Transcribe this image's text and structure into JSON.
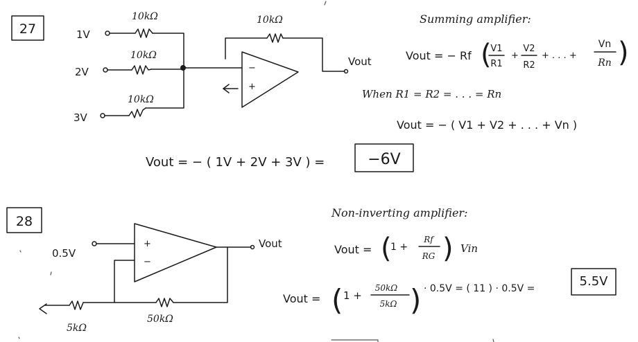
{
  "problems": [
    {
      "number": "27",
      "resistors": [
        "10kΩ",
        "10kΩ",
        "10kΩ",
        "10kΩ"
      ],
      "inputs": [
        "1V",
        "2V",
        "3V"
      ],
      "output_label": "Vout",
      "opamp_minus": "−",
      "opamp_plus": "+",
      "title": "Summing amplifier:",
      "formula": {
        "lhs": "Vout = − Rf",
        "t1_num": "V1",
        "t1_den": "R1",
        "plus": "+",
        "t2_num": "V2",
        "t2_den": "R2",
        "dots": "+ . . . +",
        "tn_num": "Vn",
        "tn_den": "Rn"
      },
      "condition": "When  R1 = R2 = . . . = Rn",
      "simplified": "Vout = − ( V1 + V2 + . . . + Vn )",
      "calc": "Vout =  −  ( 1V + 2V + 3V )  =",
      "answer": "−6V"
    },
    {
      "number": "28",
      "input": "0.5V",
      "output_label": "Vout",
      "opamp_plus": "+",
      "opamp_minus": "−",
      "resistors": [
        "5kΩ",
        "50kΩ"
      ],
      "title": "Non-inverting amplifier:",
      "formula": {
        "lhs": "Vout =",
        "one_plus": "1 +",
        "num": "Rf",
        "den": "RG",
        "rhs": "Vin"
      },
      "calc": {
        "lhs": "Vout =",
        "one_plus": "1 +",
        "num": "50kΩ",
        "den": "5kΩ",
        "rest": "· 0.5V = ( 11 ) · 0.5V ="
      },
      "answer": "5.5V"
    }
  ],
  "colors": {
    "ink": "#1a1a1a",
    "paper": "#ffffff"
  }
}
